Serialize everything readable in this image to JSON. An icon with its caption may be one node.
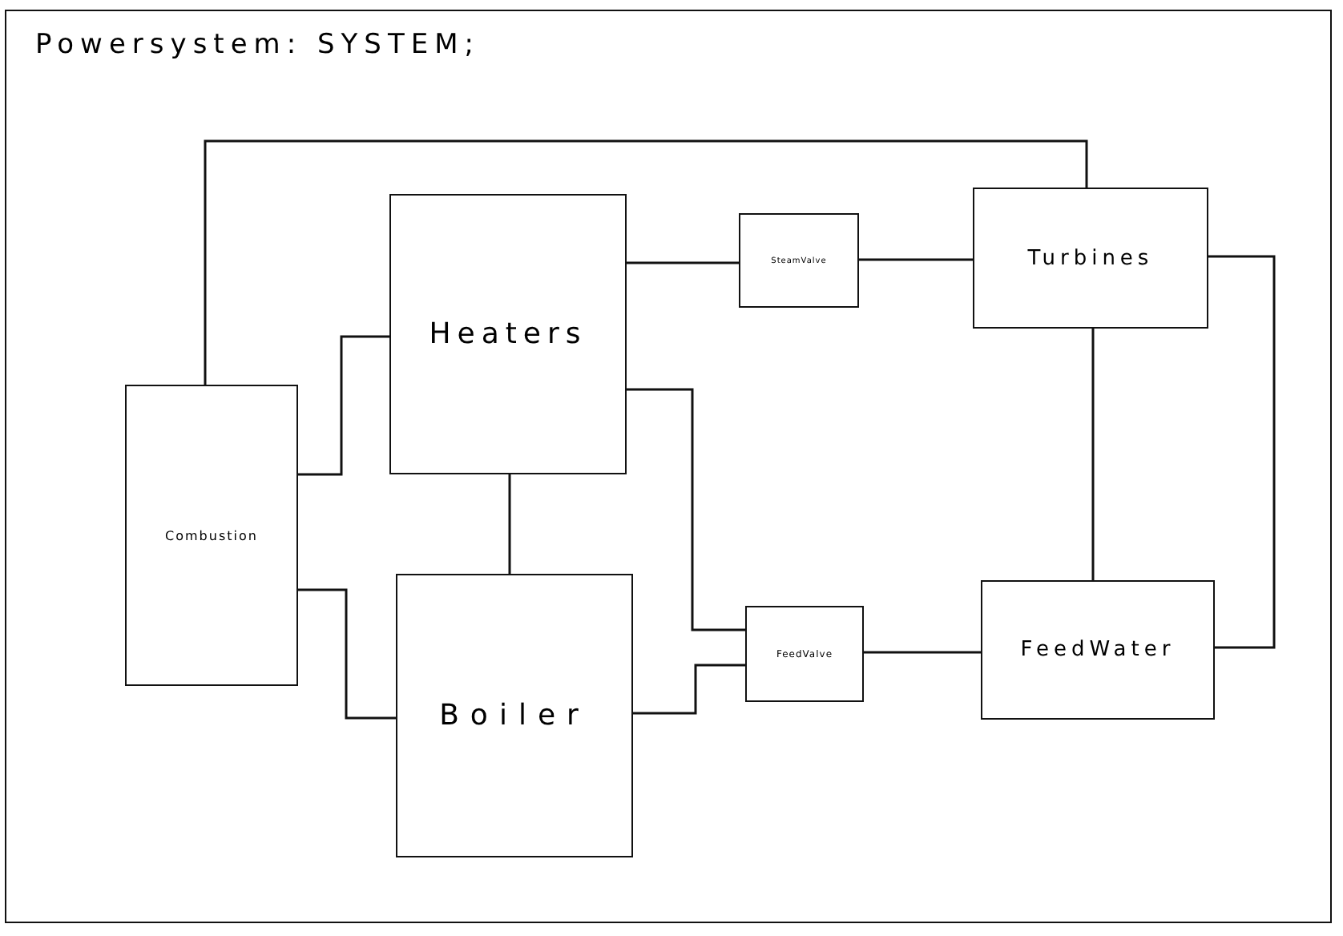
{
  "diagram": {
    "title": "Powersystem: SYSTEM;",
    "nodes": [
      {
        "text": [
          "Combustion"
        ]
      },
      {
        "text": [
          "Heaters"
        ]
      },
      {
        "text": [
          "Boiler"
        ]
      },
      {
        "text": [
          "SteamValve"
        ]
      },
      {
        "text": [
          "FeedValve"
        ]
      },
      {
        "text": [
          "Turbines"
        ]
      },
      {
        "text": [
          "FeedWater"
        ]
      }
    ],
    "edges": [
      {
        "from": 0,
        "to": 5,
        "arrow": "none"
      },
      {
        "from": 0,
        "to": 1,
        "arrow": "none"
      },
      {
        "from": 0,
        "to": 2,
        "arrow": "none"
      },
      {
        "from": 1,
        "to": 2,
        "arrow": "none"
      },
      {
        "from": 1,
        "to": 3,
        "arrow": "none"
      },
      {
        "from": 3,
        "to": 5,
        "arrow": "none"
      },
      {
        "from": 1,
        "to": 4,
        "arrow": "none"
      },
      {
        "from": 2,
        "to": 4,
        "arrow": "none"
      },
      {
        "from": 4,
        "to": 6,
        "arrow": "none"
      },
      {
        "from": 5,
        "to": 6,
        "arrow": "none"
      },
      {
        "from": 5,
        "to": 6,
        "arrow": "none"
      }
    ]
  }
}
